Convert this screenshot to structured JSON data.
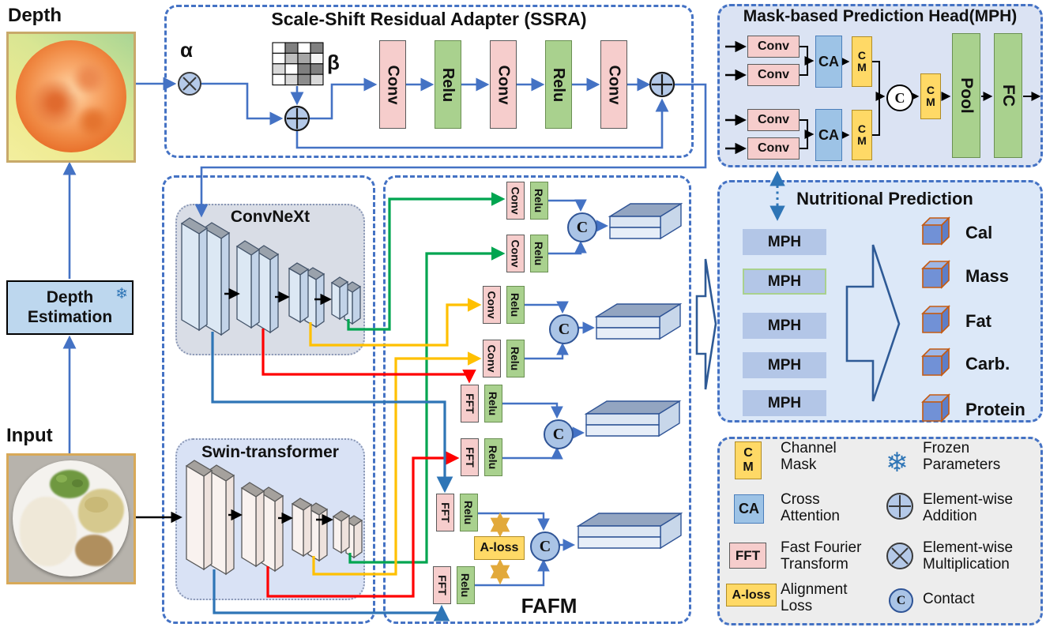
{
  "left": {
    "depth_label": "Depth",
    "input_label": "Input",
    "depth_estimation": "Depth\nEstimation"
  },
  "icons": {
    "snowflake": "❄"
  },
  "ssra": {
    "title": "Scale-Shift Residual Adapter (SSRA)",
    "alpha": "α",
    "beta": "β",
    "chain": [
      "Conv",
      "Relu",
      "Conv",
      "Relu",
      "Conv"
    ]
  },
  "backbones": {
    "convnext_title": "ConvNeXt",
    "swin_title": "Swin-transformer"
  },
  "fafm": {
    "title": "FAFM",
    "pairs": [
      {
        "op": "Conv",
        "act": "Relu"
      },
      {
        "op": "Conv",
        "act": "Relu"
      },
      {
        "op": "Conv",
        "act": "Relu"
      },
      {
        "op": "Conv",
        "act": "Relu"
      },
      {
        "op": "FFT",
        "act": "Relu"
      },
      {
        "op": "FFT",
        "act": "Relu"
      },
      {
        "op": "FFT",
        "act": "Relu"
      },
      {
        "op": "FFT",
        "act": "Relu"
      }
    ],
    "a_loss": "A-loss",
    "concat": "C"
  },
  "mph": {
    "title": "Mask-based Prediction Head(MPH)",
    "convs": [
      "Conv",
      "Conv",
      "Conv",
      "Conv"
    ],
    "ca": "CA",
    "cm": "C\nM",
    "concat": "C",
    "pool": "Pool",
    "fc": "FC"
  },
  "nutrition": {
    "title": "Nutritional Prediction",
    "mph_rows": [
      "MPH",
      "MPH",
      "MPH",
      "MPH",
      "MPH"
    ],
    "outputs": [
      "Cal",
      "Mass",
      "Fat",
      "Carb.",
      "Protein"
    ]
  },
  "legend": {
    "channel_mask": {
      "badge": "C\nM",
      "label": "Channel\nMask"
    },
    "cross_attention": {
      "badge": "CA",
      "label": "Cross\nAttention"
    },
    "fft": {
      "badge": "FFT",
      "label": "Fast Fourier\nTransform"
    },
    "alignment_loss": {
      "badge": "A-loss",
      "label": "Alignment\nLoss"
    },
    "frozen": {
      "label": "Frozen\nParameters"
    },
    "addition": {
      "label": "Element-wise\nAddition"
    },
    "multiplication": {
      "label": "Element-wise\nMultiplication"
    },
    "contact": {
      "badge": "C",
      "label": "Contact"
    }
  },
  "colors": {
    "accent_blue": "#4472c4",
    "route_blue": "#2e75b6",
    "route_green": "#00a550",
    "route_yellow": "#ffc000",
    "route_red": "#ff0000",
    "conv_pink": "#f6cdcc",
    "relu_green": "#a9d18e",
    "mask_yellow": "#ffd966",
    "attention_blue": "#9dc3e6"
  }
}
